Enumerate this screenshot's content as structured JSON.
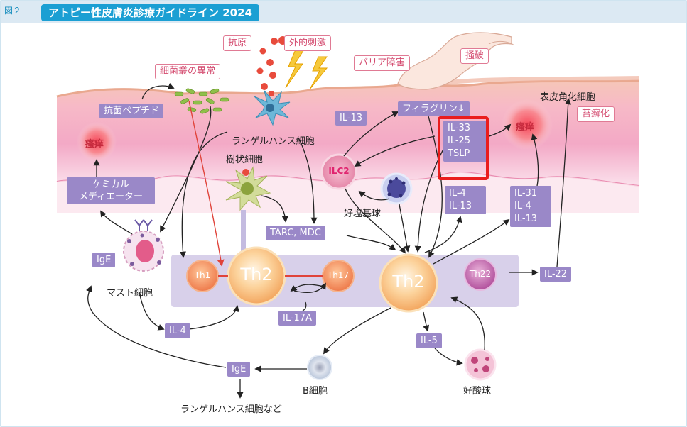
{
  "figure": {
    "number": "図２",
    "title": "アトピー性皮膚炎診療ガイドライン 2024"
  },
  "triggers": {
    "antigen": "抗原",
    "external_stimulus": "外的刺激",
    "barrier_disorder": "バリア障害",
    "scratching": "掻破",
    "flora_abnormality": "細菌叢の異常"
  },
  "skin_labels": {
    "keratinocyte": "表皮角化細胞",
    "lichenification": "苔癬化",
    "antimicrobial_peptide": "抗菌ペプチド",
    "filaggrin": "フィラグリン↓"
  },
  "itch": {
    "left": "瘙痒",
    "right": "瘙痒"
  },
  "cells": {
    "langerhans": "ランゲルハンス細胞",
    "dendritic": "樹状細胞",
    "ilc2": "ILC2",
    "basophil": "好塩基球",
    "mast": "マスト細胞",
    "th1": "Th1",
    "th2_left": "Th2",
    "th17": "Th17",
    "th2_right": "Th2",
    "th22": "Th22",
    "b_cell": "B細胞",
    "eosinophil": "好酸球",
    "langerhans_etc": "ランゲルハンス細胞など"
  },
  "mediators": {
    "il13_top": "IL-13",
    "chemical_mediator": [
      "ケミカル",
      "メディエーター"
    ],
    "epithelial_cytokines": [
      "IL-33",
      "IL-25",
      "TSLP"
    ],
    "il4_il13": [
      "IL-4",
      "IL-13"
    ],
    "il31_il4_il13": [
      "IL-31",
      "IL-4",
      "IL-13"
    ],
    "tarc_mdc": "TARC, MDC",
    "ige_left": "IgE",
    "il4_bottom": "IL-4",
    "il17a": "IL-17A",
    "il22": "IL-22",
    "il5": "IL-5",
    "ige_bottom": "IgE"
  },
  "colors": {
    "title_bg": "#1b9fd3",
    "highlight_frame": "#ea1d1d",
    "label_box": "#9a88c8",
    "skin_pink": "#f2a8c2"
  }
}
